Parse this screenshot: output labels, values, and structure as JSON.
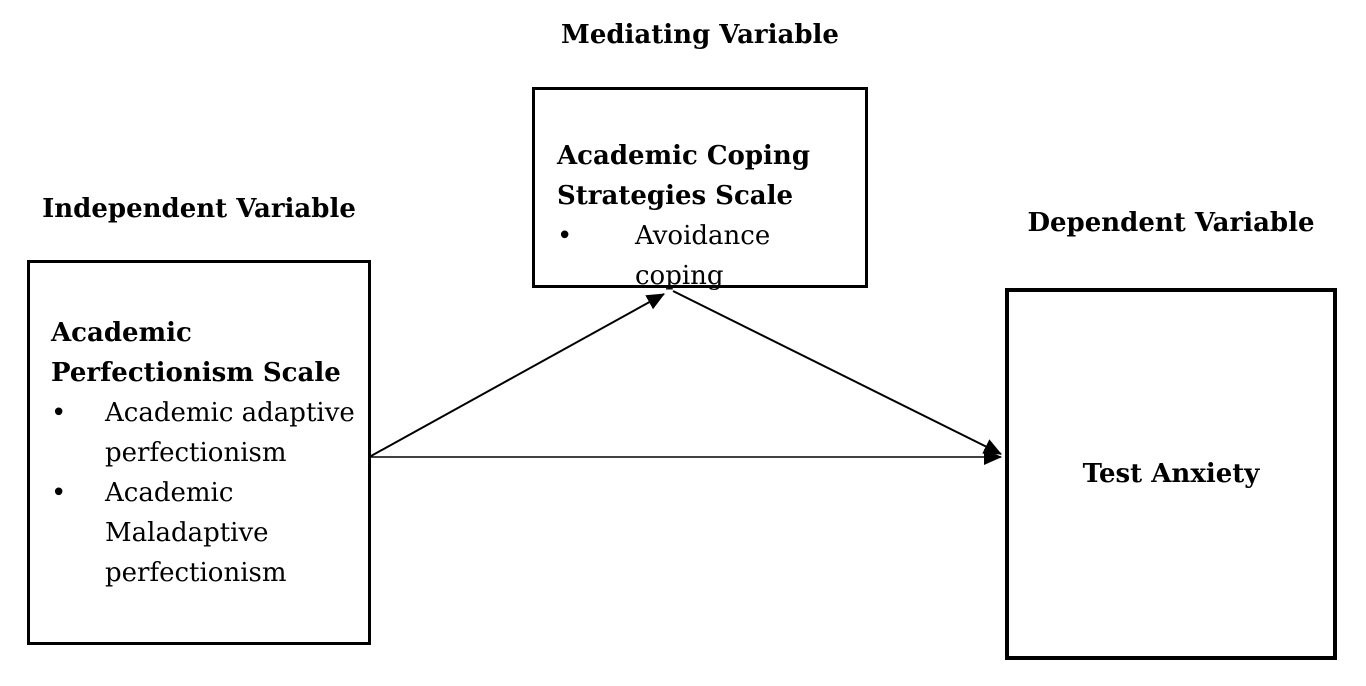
{
  "diagram": {
    "titles": {
      "independent": "Independent Variable",
      "mediating": "Mediating Variable",
      "dependent": "Dependent Variable"
    },
    "boxes": {
      "independent": {
        "heading": "Academic\nPerfectionism Scale",
        "bullets": [
          "Academic adaptive\nperfectionism",
          "Academic\nMaladaptive\nperfectionism"
        ]
      },
      "mediating": {
        "heading": "Academic Coping\nStrategies Scale",
        "bullets": [
          "Avoidance coping"
        ]
      },
      "dependent": {
        "heading": "Test Anxiety"
      }
    },
    "bullet_glyph": "•",
    "colors": {
      "background": "#ffffff",
      "ink": "#000000"
    }
  }
}
